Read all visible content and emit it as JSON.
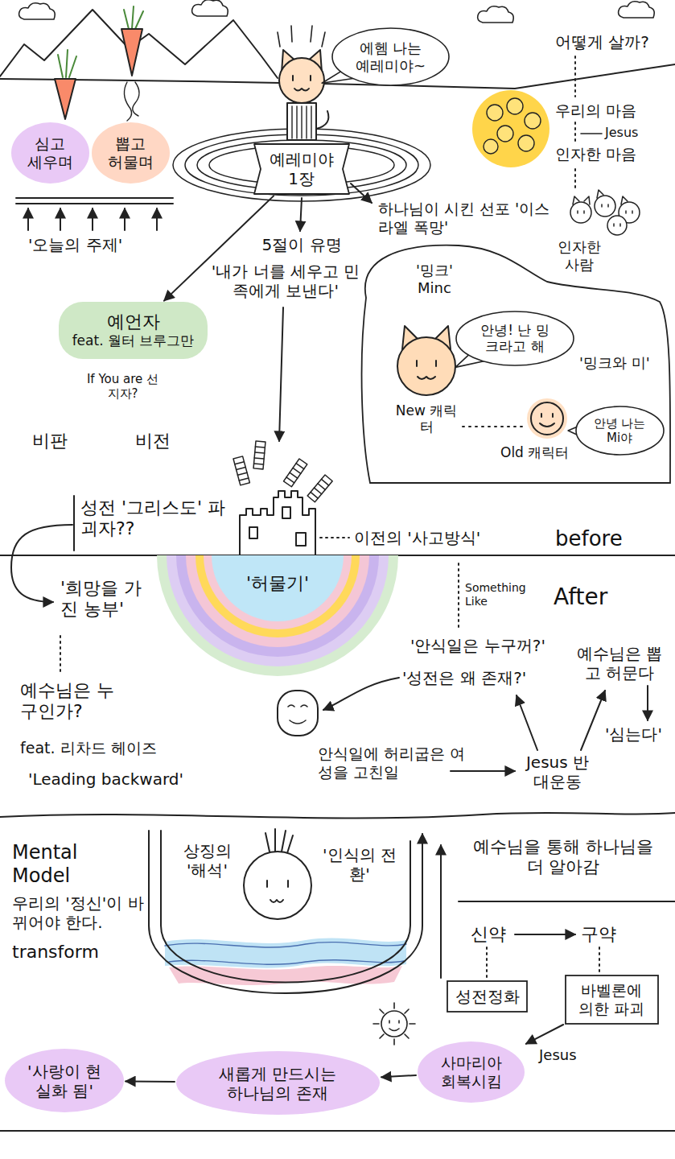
{
  "diagram": {
    "nodes": [
      {
        "text": [
          "심고 세우며"
        ]
      },
      {
        "text": [
          "뽑고 허물며"
        ]
      },
      {
        "text": [
          "에헴 나는 예레미야~"
        ]
      },
      {
        "text": [
          "예레미야 1장"
        ]
      },
      {
        "text": [
          "예언자",
          "feat. 월터 브루그만"
        ]
      },
      {
        "text": [
          "'밍크' Minc",
          "'밍크와 미'",
          "New 캐릭터",
          "Old 캐릭터"
        ]
      },
      {
        "text": [
          "안녕! 난 밍크라고 해"
        ],
        "in": 5
      },
      {
        "text": [
          "안녕 나는 Mi야"
        ],
        "in": 5
      },
      {
        "text": [
          "'허물기'"
        ]
      },
      {
        "text": [
          "성전정화"
        ]
      },
      {
        "text": [
          "바벨론에 의한 파괴"
        ]
      },
      {
        "text": [
          "사마리아 회복시킴"
        ]
      },
      {
        "text": [
          "새롭게 만드시는 하나님의 존재"
        ]
      },
      {
        "text": [
          "'사랑이 현실화 됨'"
        ]
      }
    ],
    "edges": [
      {
        "from": 3,
        "to": 4,
        "arrow": "to"
      },
      {
        "from": 10,
        "to": 11,
        "label": "Jesus",
        "arrow": "to"
      },
      {
        "from": 11,
        "to": 12,
        "arrow": "to"
      },
      {
        "from": 12,
        "to": 13,
        "arrow": "to"
      }
    ],
    "labels": [
      "'오늘의 주제'",
      "어떻게 살까?",
      "우리의 마음",
      "Jesus",
      "인자한 마음",
      "인자한 사람",
      "하나님이 시킨 선포 '이스라엘 폭망'",
      "5절이 유명",
      "'내가 너를 세우고 민족에게 보낸다'",
      "If You are 선지자?",
      "비판",
      "비전",
      "성전 '그리스도' 파괴자??",
      "'희망을 가진 농부'",
      "이전의 '사고방식'",
      "before",
      "Something Like",
      "After",
      "'안식일은 누구꺼?'",
      "'성전은 왜 존재?'",
      "안식일에 허리굽은 여성을 고친일",
      "Jesus 반대운동",
      "예수님은 뽑고 허문다",
      "'심는다'",
      "예수님은 누구인가?",
      "feat. 리차드 헤이즈",
      "'Leading backward'",
      "Mental Model",
      "우리의 '정신'이 바뀌어야 한다.",
      "transform",
      "상징의 '해석'",
      "'인식의 전환'",
      "예수님을 통해 하나님을 더 알아감",
      "신약",
      "구약"
    ]
  }
}
